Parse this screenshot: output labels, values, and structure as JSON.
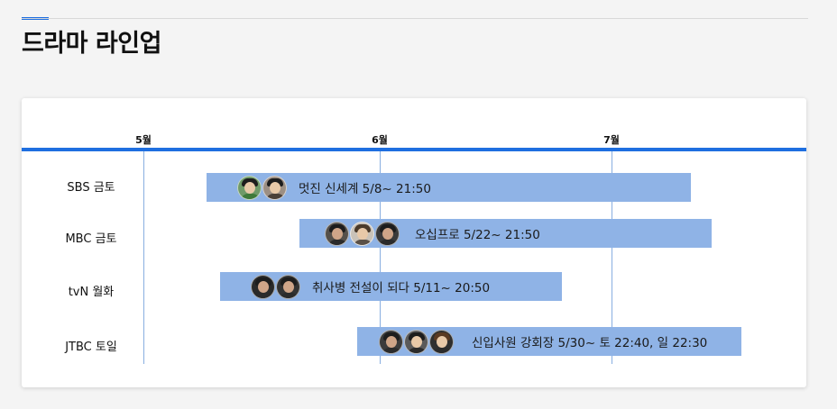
{
  "page": {
    "title": "드라마 라인업"
  },
  "timeline": {
    "months": [
      "5월",
      "6월",
      "7월"
    ]
  },
  "rows": [
    {
      "label": "SBS 금토",
      "program": "멋진 신세계 5/8~ 21:50",
      "avatar_count": 2
    },
    {
      "label": "MBC 금토",
      "program": "오십프로  5/22~ 21:50",
      "avatar_count": 3
    },
    {
      "label": "tvN 월화",
      "program": "취사병 전설이 되다  5/11~ 20:50",
      "avatar_count": 2
    },
    {
      "label": "JTBC 토일",
      "program": "신입사원 강회장  5/30~ 토 22:40, 일 22:30",
      "avatar_count": 3
    }
  ],
  "colors": {
    "accent": "#1f6fe0",
    "bar": "#8fb3e6",
    "gridline": "#88aee0"
  },
  "icons": {
    "avatar": "cast-avatar-icon"
  }
}
